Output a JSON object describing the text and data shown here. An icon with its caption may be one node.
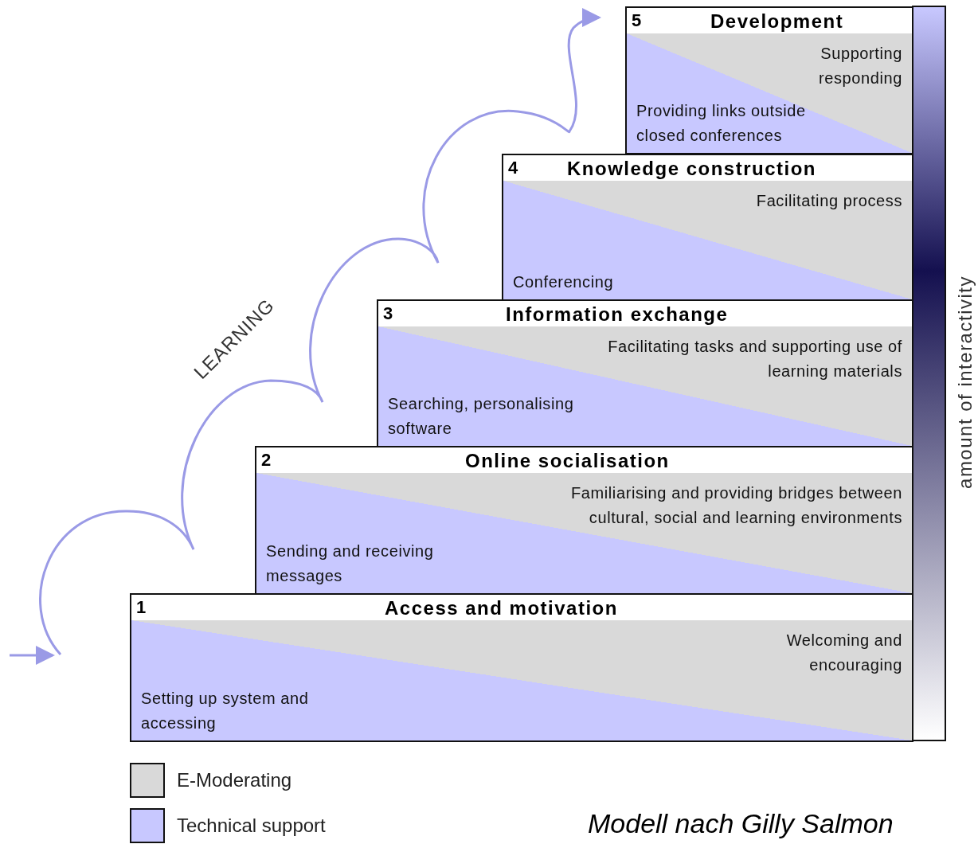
{
  "diagram": {
    "caption": "Modell nach Gilly Salmon",
    "nodes": [
      {
        "text": [
          "5",
          "Development",
          "Supporting responding",
          "Providing links outside closed conferences"
        ]
      },
      {
        "text": [
          "4",
          "Knowledge construction",
          "Facilitating process",
          "Conferencing"
        ]
      },
      {
        "text": [
          "3",
          "Information exchange",
          "Facilitating tasks and supporting use of learning materials",
          "Searching, personalising software"
        ]
      },
      {
        "text": [
          "2",
          "Online socialisation",
          "Familiarising and providing bridges between cultural, social and learning environments",
          "Sending and receiving messages"
        ]
      },
      {
        "text": [
          "1",
          "Access and motivation",
          "Welcoming and encouraging",
          "Setting up system and accessing"
        ]
      },
      {
        "text": [],
        "shape": "bar",
        "beside": [
          "amount of interactivity"
        ]
      }
    ],
    "labels": [
      "LEARNING"
    ],
    "legend": [
      {
        "text": "E-Moderating",
        "color": "#d9d9d9"
      },
      {
        "text": "Technical support",
        "color": "#c8c8ff"
      }
    ]
  }
}
